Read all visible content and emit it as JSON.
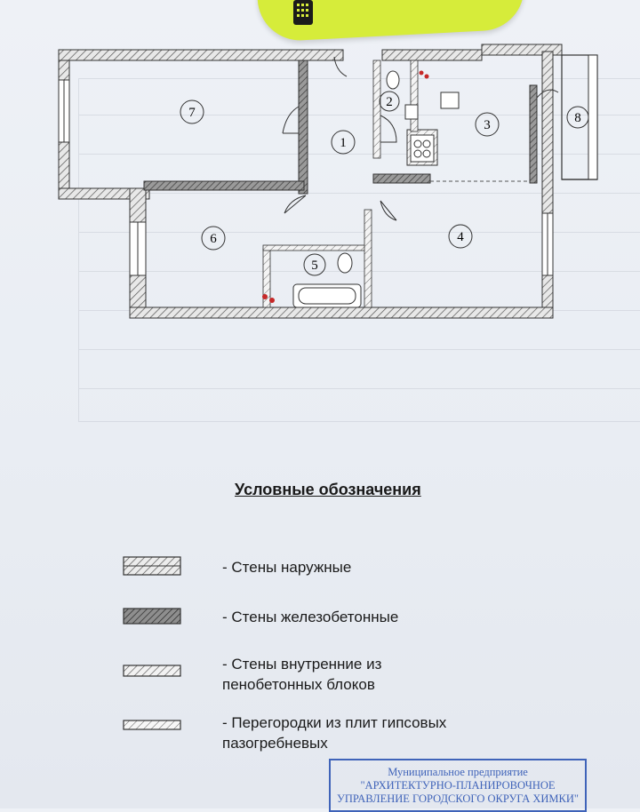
{
  "legend": {
    "title": "Условные обозначения",
    "items": [
      {
        "label": "- Стены наружные"
      },
      {
        "label": "- Стены железобетонные"
      },
      {
        "label_line1": "- Стены  внутренние из",
        "label_line2": "пенобетонных блоков"
      },
      {
        "label_line1": "- Перегородки из плит гипсовых",
        "label_line2": "пазогребневых"
      }
    ]
  },
  "rooms": [
    "1",
    "2",
    "3",
    "4",
    "5",
    "6",
    "7",
    "8"
  ],
  "stamp": {
    "line1": "Муниципальное предприятие",
    "line2": "\"АРХИТЕКТУРНО-ПЛАНИРОВОЧНОЕ",
    "line3": "УПРАВЛЕНИЕ ГОРОДСКОГО ОКРУГА ХИМКИ\""
  },
  "colors": {
    "sticky_note": "#d6ec3a",
    "stamp_ink": "#3f63b9",
    "red_marker": "#c62828",
    "wall_concrete": "#8a8a8a"
  },
  "icons": [
    "sticky-note-icon",
    "calculator-icon"
  ]
}
